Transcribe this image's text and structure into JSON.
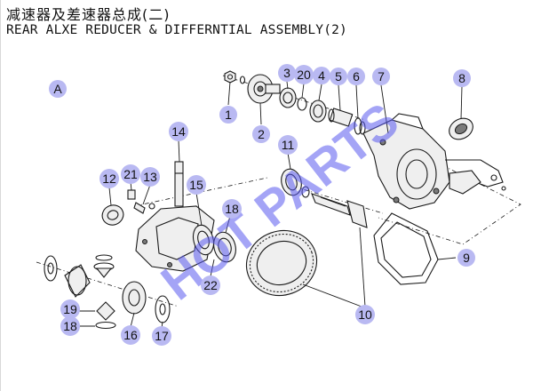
{
  "title": {
    "chinese": "减速器及差速器总成(二)",
    "english": "REAR ALXE REDUCER & DIFFERNTIAL ASSEMBLY(2)"
  },
  "view_label": "A",
  "watermark": "HOT PARTS",
  "callouts": [
    "1",
    "2",
    "3",
    "20",
    "4",
    "5",
    "6",
    "7",
    "8",
    "14",
    "11",
    "12",
    "21",
    "13",
    "15",
    "18",
    "9",
    "19",
    "18",
    "16",
    "17",
    "22",
    "10"
  ]
}
